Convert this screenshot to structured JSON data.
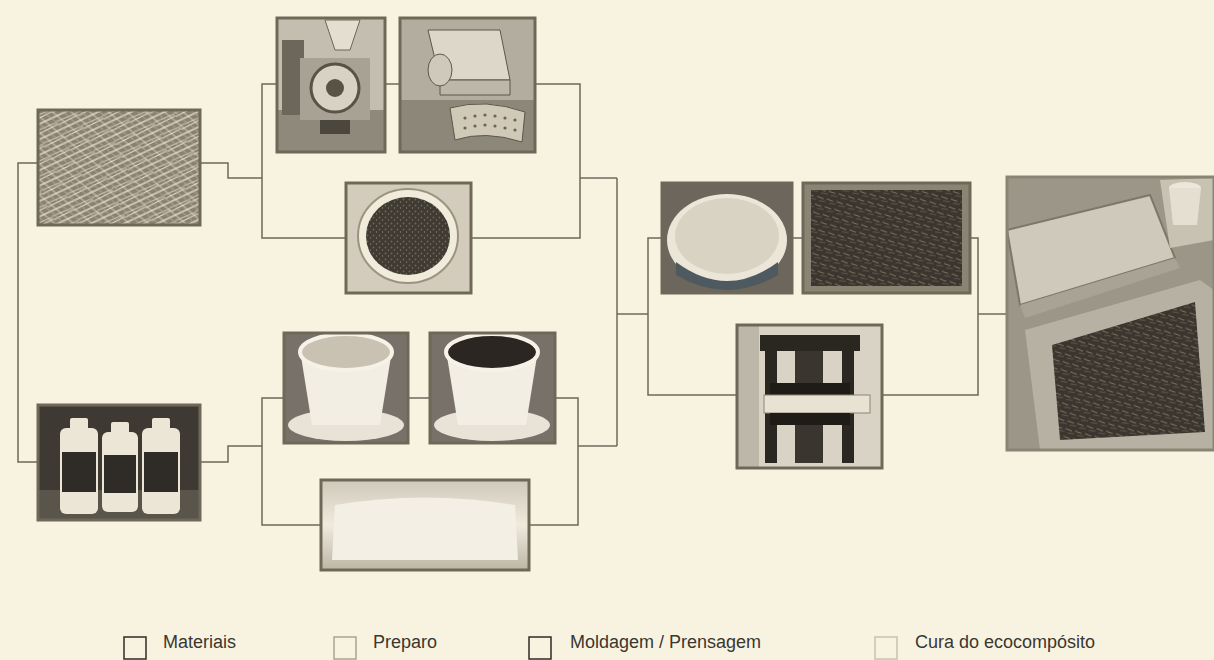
{
  "diagram": {
    "legend": [
      {
        "text": "Materiais"
      },
      {
        "text": "Preparo"
      },
      {
        "text": "Moldagem / Prensagem"
      },
      {
        "text": "Cura do ecocompósito"
      }
    ]
  }
}
